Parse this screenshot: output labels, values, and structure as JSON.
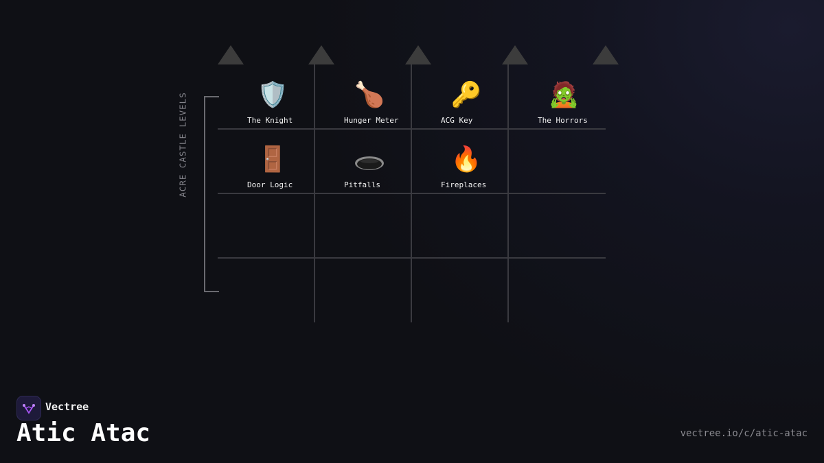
{
  "diagram": {
    "side_label": "ACRE CASTLE LEVELS",
    "cells": [
      {
        "label": "The Knight",
        "icon": "shield-icon",
        "glyph": "🛡️"
      },
      {
        "label": "Hunger Meter",
        "icon": "meat-icon",
        "glyph": "🍗"
      },
      {
        "label": "ACG Key",
        "icon": "key-icon",
        "glyph": "🔑"
      },
      {
        "label": "The Horrors",
        "icon": "zombie-icon",
        "glyph": "🧟"
      },
      {
        "label": "Door Logic",
        "icon": "door-icon",
        "glyph": "🚪"
      },
      {
        "label": "Pitfalls",
        "icon": "pit-icon",
        "glyph": ""
      },
      {
        "label": "Fireplaces",
        "icon": "fire-icon",
        "glyph": "🔥"
      }
    ]
  },
  "brand": {
    "name": "Vectree",
    "logo_color": "#a855f7"
  },
  "page": {
    "title": "Atic Atac",
    "url": "vectree.io/c/atic-atac"
  }
}
